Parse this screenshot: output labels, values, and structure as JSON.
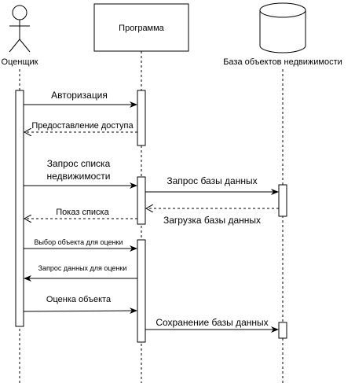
{
  "participants": {
    "actor": "Оценщик",
    "program": "Программа",
    "database": "База объектов недвижимости"
  },
  "messages": {
    "m1": "Авторизация",
    "m2": "Предоставление доступа",
    "m3_line1": "Запрос списка",
    "m3_line2": "недвижимости",
    "m4": "Запрос базы данных",
    "m5": "Загрузка базы данных",
    "m6": "Показ списка",
    "m7": "Выбор объекта для оценки",
    "m8": "Запрос данных для оценки",
    "m9": "Оценка объекта",
    "m10": "Сохранение базы данных"
  }
}
